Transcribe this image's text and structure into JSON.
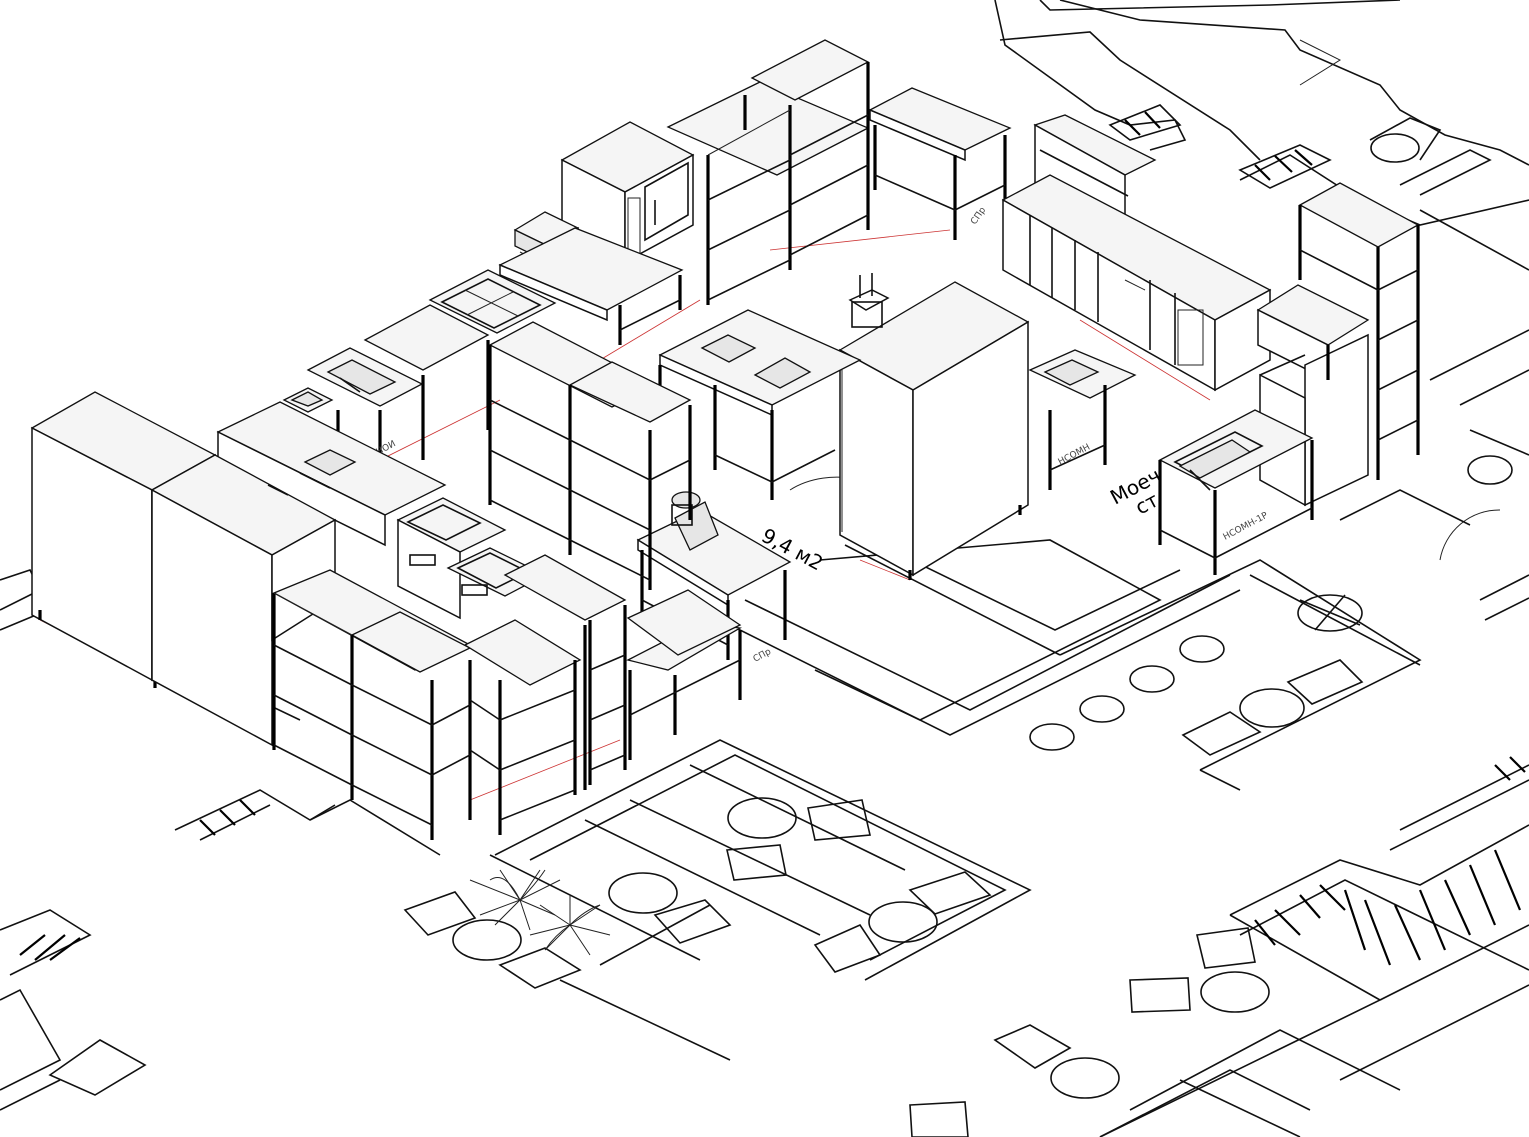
{
  "annotations": {
    "area_label": "9,4 м2",
    "room_label_line1": "Моеч",
    "room_label_line2": "ст",
    "tag_left_sink": "НОИ",
    "tag_right_sink": "НСОМН-1Р",
    "tag_center_sink": "НСОМН",
    "tag_table_top": "СПр",
    "tag_table_bottom": "СПр"
  },
  "colors": {
    "line": "#111111",
    "dimension_red": "#cc3333",
    "background": "#ffffff"
  },
  "equipment": [
    {
      "kind": "refrigerator-cabinet",
      "icon": "refrigerator-icon"
    },
    {
      "kind": "refrigerator-cabinet",
      "icon": "refrigerator-icon"
    },
    {
      "kind": "combi-oven",
      "icon": "oven-icon"
    },
    {
      "kind": "rack-shelving",
      "icon": "shelf-icon"
    },
    {
      "kind": "work-table",
      "icon": "table-icon"
    },
    {
      "kind": "sink",
      "icon": "sink-icon"
    },
    {
      "kind": "meat-grinder",
      "icon": "grinder-icon"
    },
    {
      "kind": "scale",
      "icon": "scale-icon"
    },
    {
      "kind": "dishwasher",
      "icon": "dishwasher-icon"
    },
    {
      "kind": "refrigerated-counter",
      "icon": "counter-icon"
    }
  ]
}
